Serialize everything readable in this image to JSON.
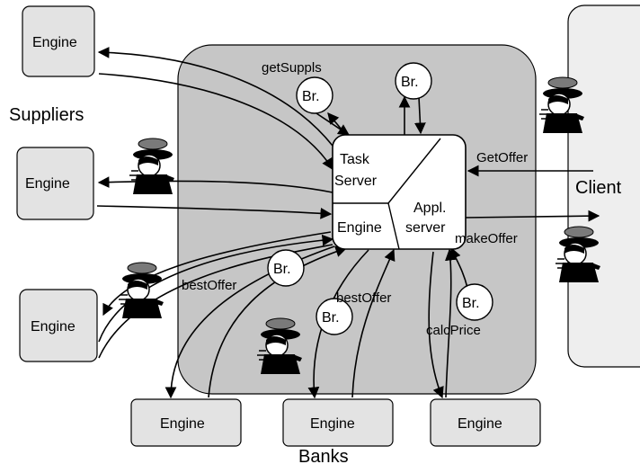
{
  "colors": {
    "platform_fill": "#c6c6c6",
    "engine_fill": "#e3e3e3",
    "client_fill": "#eeeeee",
    "broker_fill": "#ffffff",
    "agent_hat": "#7a7a7a",
    "agent_body": "#000000"
  },
  "engines": {
    "supplier_top": "Engine",
    "supplier_mid": "Engine",
    "supplier_low": "Engine",
    "bank_left": "Engine",
    "bank_mid": "Engine",
    "bank_right": "Engine"
  },
  "labels": {
    "suppliers": "Suppliers",
    "banks": "Banks",
    "client": "Client"
  },
  "server": {
    "task_server_line1": "Task",
    "task_server_line2": "Server",
    "engine": "Engine",
    "appl_line1": "Appl.",
    "appl_line2": "server"
  },
  "edges": {
    "get_suppls": "getSuppls",
    "get_offer": "GetOffer",
    "make_offer": "makeOffer",
    "best_offer_left": "bestOffer",
    "best_offer_mid": "bestOffer",
    "calc_price": "calcPrice"
  },
  "brokers": [
    "Br.",
    "Br.",
    "Br.",
    "Br.",
    "Br."
  ],
  "icons": [
    "agent-icon",
    "broker-node"
  ]
}
